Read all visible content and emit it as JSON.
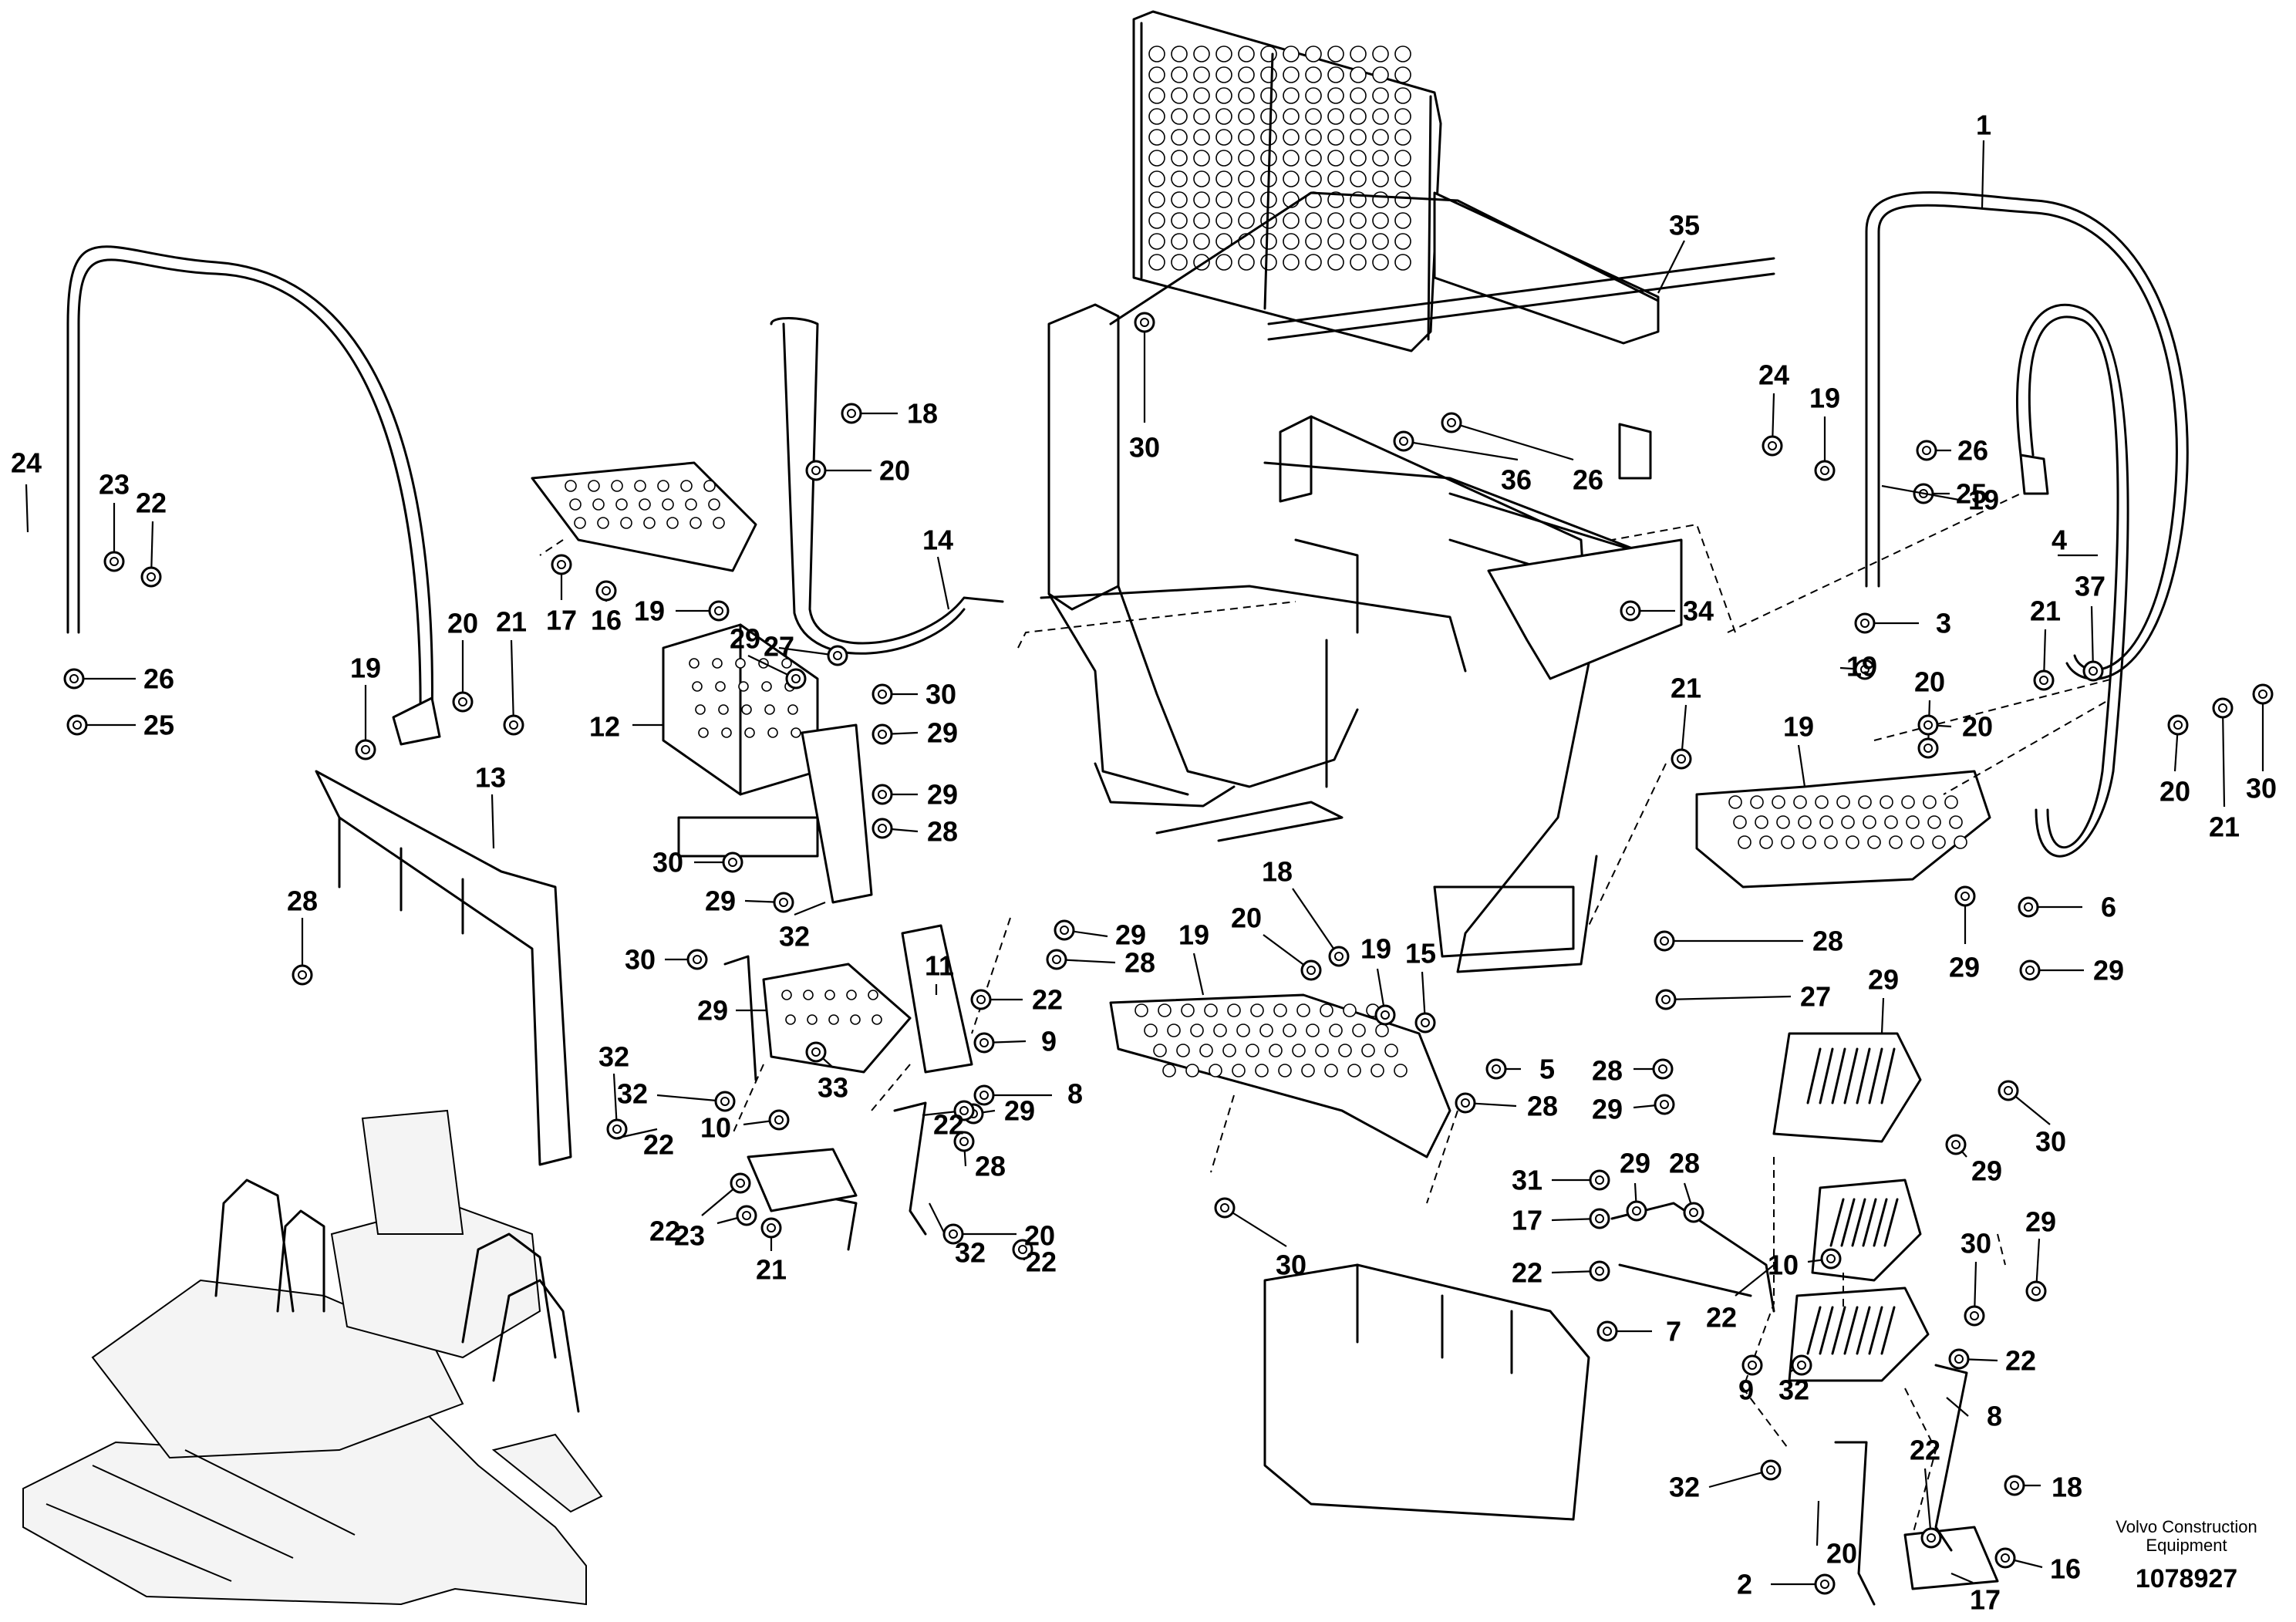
{
  "credit": {
    "line1": "Volvo Construction",
    "line2": "Equipment"
  },
  "drawing_number": "1078927",
  "parts": {
    "center_hoops": [
      "1",
      "4",
      "14",
      "35",
      "36",
      "26",
      "30"
    ],
    "left_assembly": [
      "24",
      "23",
      "22",
      "26",
      "25",
      "19",
      "20",
      "21",
      "18",
      "20",
      "17",
      "16",
      "19",
      "29",
      "27",
      "12",
      "13",
      "28",
      "30",
      "29",
      "29",
      "28",
      "30",
      "29",
      "32",
      "11",
      "29",
      "28",
      "22",
      "9",
      "30",
      "29",
      "32",
      "33",
      "32",
      "29",
      "8",
      "28",
      "22",
      "10",
      "22",
      "22",
      "32"
    ],
    "right_assembly": [
      "22",
      "23",
      "21",
      "20",
      "24",
      "19",
      "26",
      "25",
      "19",
      "34",
      "3",
      "19",
      "20",
      "21",
      "19",
      "20",
      "21",
      "37",
      "20",
      "21",
      "30",
      "29",
      "6",
      "29",
      "28",
      "27",
      "29",
      "28",
      "29",
      "30",
      "29",
      "29",
      "28",
      "31",
      "17",
      "22",
      "7",
      "29",
      "30",
      "22",
      "22",
      "9",
      "32",
      "10",
      "32",
      "22",
      "8"
    ],
    "middle_assembly": [
      "18",
      "20",
      "2",
      "16",
      "17",
      "18",
      "20",
      "19",
      "19",
      "15",
      "5",
      "28",
      "30"
    ]
  }
}
